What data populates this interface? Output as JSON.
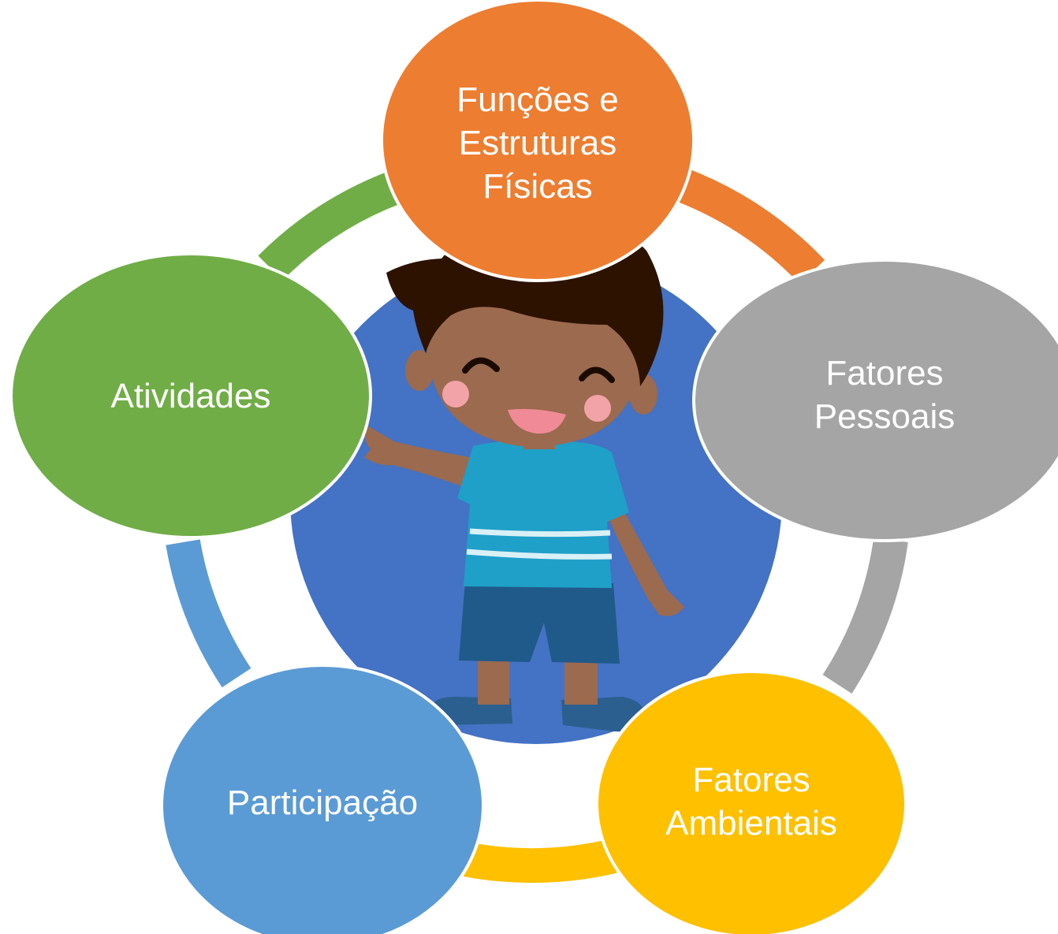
{
  "diagram": {
    "type": "cycle",
    "nodes": [
      {
        "id": "funcoes",
        "lines": [
          "Funções e",
          "Estruturas",
          "Físicas"
        ],
        "color": "#ED7D31"
      },
      {
        "id": "pessoais",
        "lines": [
          "Fatores",
          "Pessoais"
        ],
        "color": "#A5A5A5"
      },
      {
        "id": "ambientais",
        "lines": [
          "Fatores",
          "Ambientais"
        ],
        "color": "#FFC000"
      },
      {
        "id": "participacao",
        "lines": [
          "Participação"
        ],
        "color": "#5B9BD5"
      },
      {
        "id": "atividades",
        "lines": [
          "Atividades"
        ],
        "color": "#70AD47"
      }
    ],
    "center": {
      "color": "#4472C4",
      "illustration": "child-illustration"
    }
  }
}
